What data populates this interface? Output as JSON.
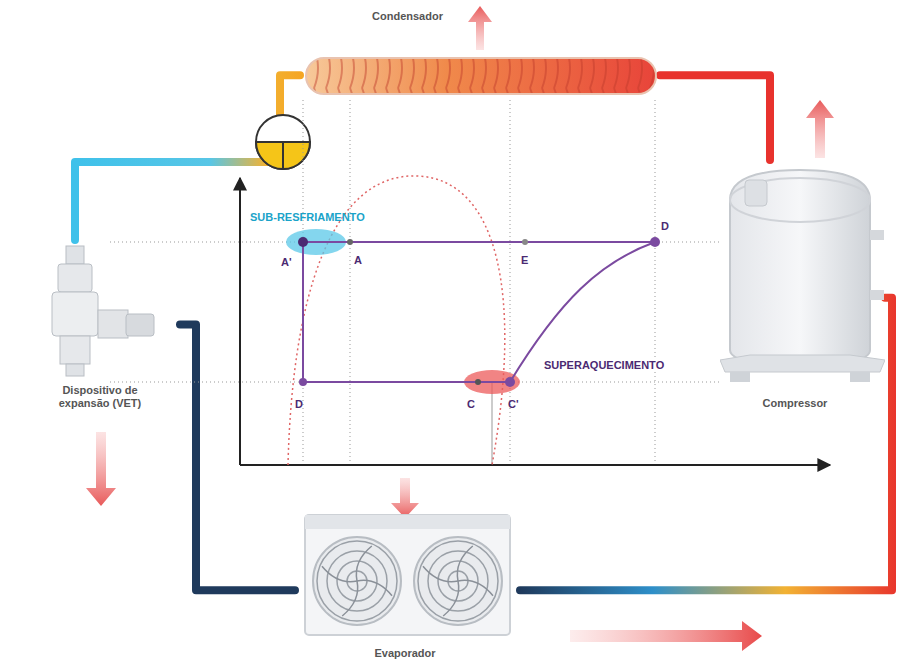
{
  "diagram": {
    "nodes": [
      {
        "text": [
          "Condensador"
        ]
      },
      {
        "text": [
          "Compressor"
        ]
      },
      {
        "text": [
          "Dispositivo de expansão (VET)"
        ]
      },
      {
        "text": [
          "Evaporador"
        ]
      }
    ],
    "edges": [
      {
        "from": 1,
        "to": 0,
        "arrow": "none"
      },
      {
        "from": 0,
        "to": 2,
        "arrow": "none"
      },
      {
        "from": 2,
        "to": 3,
        "arrow": "none"
      },
      {
        "from": 3,
        "to": 1,
        "arrow": "none"
      }
    ],
    "labels": [
      "SUB-RESFRIAMENTO",
      "SUPERAQUECIMENTO",
      "A'",
      "A",
      "E",
      "D",
      "D",
      "C",
      "C'"
    ]
  }
}
